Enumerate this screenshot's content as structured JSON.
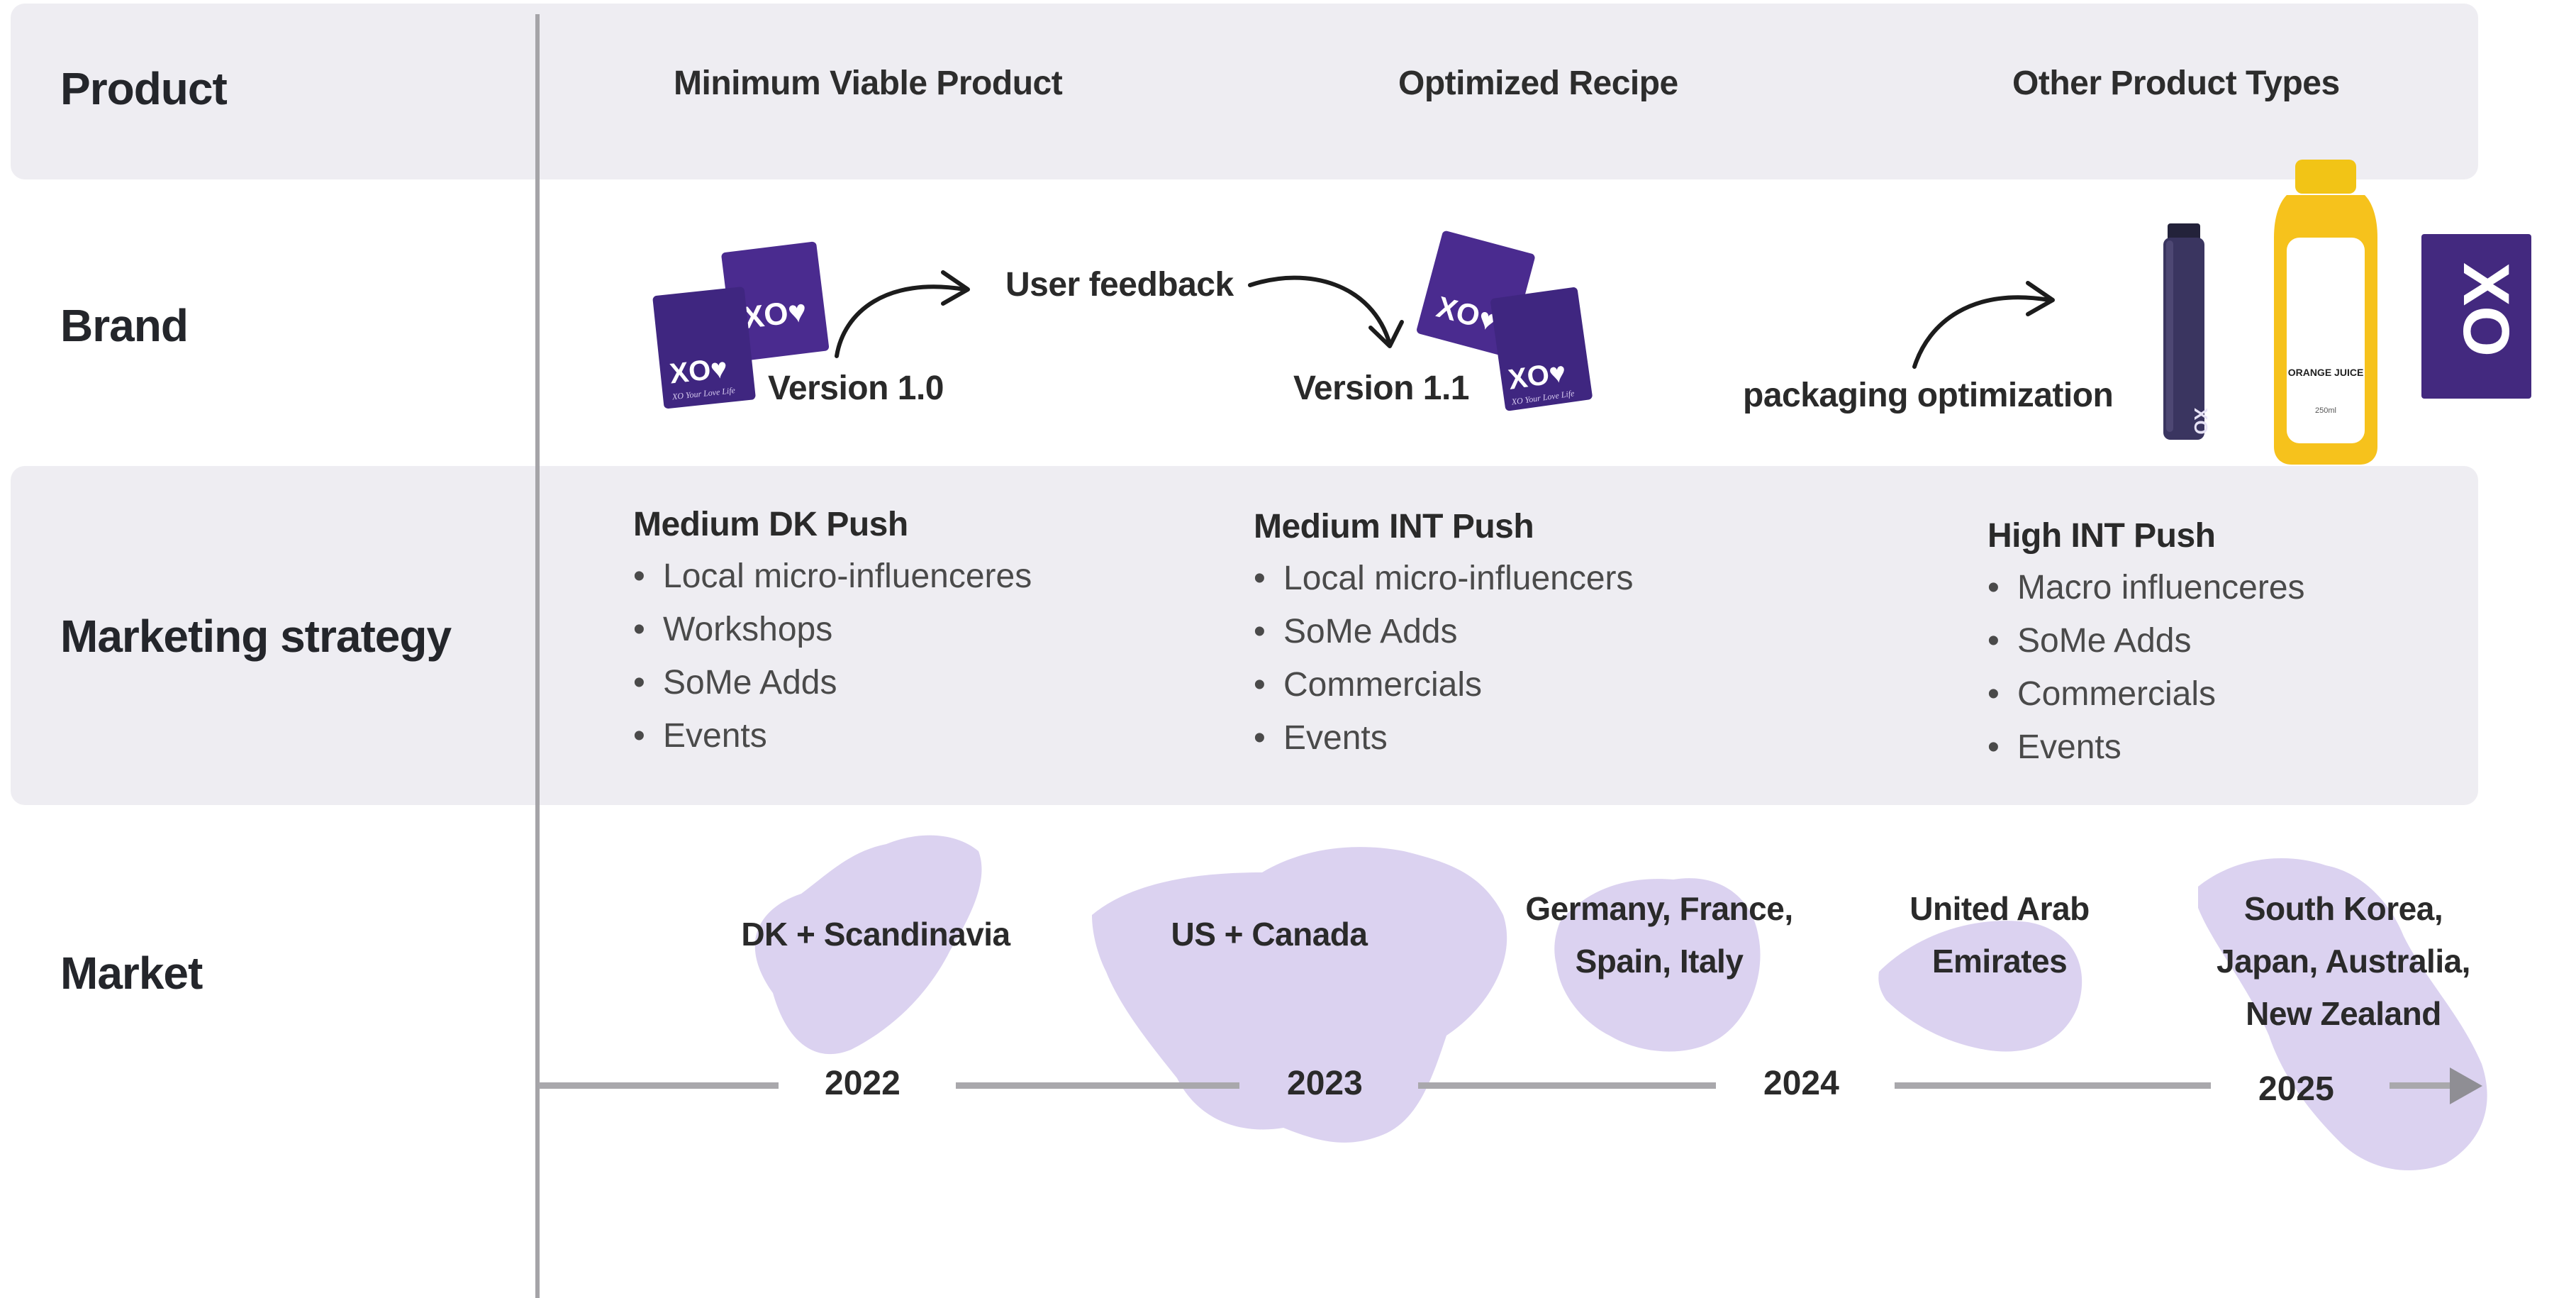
{
  "rows": {
    "product": "Product",
    "brand": "Brand",
    "marketing": "Marketing strategy",
    "market": "Market"
  },
  "product": {
    "stage1": "Minimum  Viable Product",
    "stage2": "Optimized Recipe",
    "stage3": "Other Product Types"
  },
  "brand": {
    "version1": "Version 1.0",
    "feedback": "User feedback",
    "version2": "Version 1.1",
    "packaging": "packaging optimization",
    "sachet_logo": "XO♥",
    "sachet_tagline": "XO Your Love Life",
    "bottle_label": "ORANGE JUICE",
    "bottle_volume": "250ml",
    "box_logo": "XO"
  },
  "marketing": [
    {
      "title": "Medium DK Push",
      "items": [
        "Local micro-influenceres",
        "Workshops",
        "SoMe Adds",
        "Events"
      ]
    },
    {
      "title": "Medium INT Push",
      "items": [
        "Local micro-influencers",
        "SoMe Adds",
        "Commercials",
        "Events"
      ]
    },
    {
      "title": "High INT Push",
      "items": [
        "Macro influenceres",
        "SoMe Adds",
        "Commercials",
        "Events"
      ]
    }
  ],
  "market": {
    "m1": "DK + Scandinavia",
    "m2": "US + Canada",
    "m3a": "Germany, France,",
    "m3b": "Spain, Italy",
    "m4a": "United Arab",
    "m4b": "Emirates",
    "m5a": "South Korea,",
    "m5b": "Japan, Australia,",
    "m5c": "New Zealand"
  },
  "years": [
    "2022",
    "2023",
    "2024",
    "2025"
  ],
  "colors": {
    "band": "#eeedf2",
    "purple": "#4a2b8f",
    "map": "#d9d0ef",
    "timeline": "#a9a8ac",
    "juice": "#f6c21c"
  },
  "icons": [
    "curved-arrow-icon",
    "timeline-arrowhead-icon"
  ]
}
